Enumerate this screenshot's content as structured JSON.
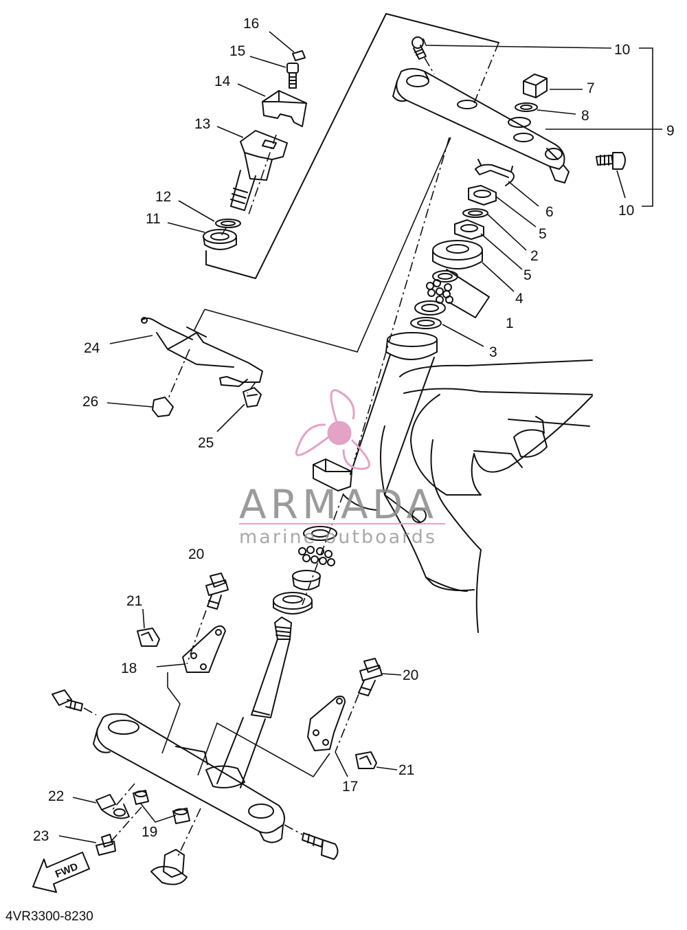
{
  "diagram": {
    "code": "4VR3300-8230",
    "fwd_label": "FWD",
    "watermark": {
      "brand": "ARMADA",
      "tagline": "marine outboards",
      "logo_color": "#e3a2c6"
    },
    "callouts": [
      {
        "id": "c16",
        "text": "16"
      },
      {
        "id": "c15",
        "text": "15"
      },
      {
        "id": "c14",
        "text": "14"
      },
      {
        "id": "c13",
        "text": "13"
      },
      {
        "id": "c12",
        "text": "12"
      },
      {
        "id": "c11",
        "text": "11"
      },
      {
        "id": "c10a",
        "text": "10"
      },
      {
        "id": "c7",
        "text": "7"
      },
      {
        "id": "c8",
        "text": "8"
      },
      {
        "id": "c9",
        "text": "9"
      },
      {
        "id": "c10b",
        "text": "10"
      },
      {
        "id": "c6",
        "text": "6"
      },
      {
        "id": "c5a",
        "text": "5"
      },
      {
        "id": "c2",
        "text": "2"
      },
      {
        "id": "c5b",
        "text": "5"
      },
      {
        "id": "c4",
        "text": "4"
      },
      {
        "id": "c1",
        "text": "1"
      },
      {
        "id": "c3",
        "text": "3"
      },
      {
        "id": "c24",
        "text": "24"
      },
      {
        "id": "c26",
        "text": "26"
      },
      {
        "id": "c25",
        "text": "25"
      },
      {
        "id": "c20a",
        "text": "20"
      },
      {
        "id": "c21a",
        "text": "21"
      },
      {
        "id": "c18",
        "text": "18"
      },
      {
        "id": "c20b",
        "text": "20"
      },
      {
        "id": "c21b",
        "text": "21"
      },
      {
        "id": "c17",
        "text": "17"
      },
      {
        "id": "c22",
        "text": "22"
      },
      {
        "id": "c19",
        "text": "19"
      },
      {
        "id": "c23",
        "text": "23"
      }
    ]
  }
}
